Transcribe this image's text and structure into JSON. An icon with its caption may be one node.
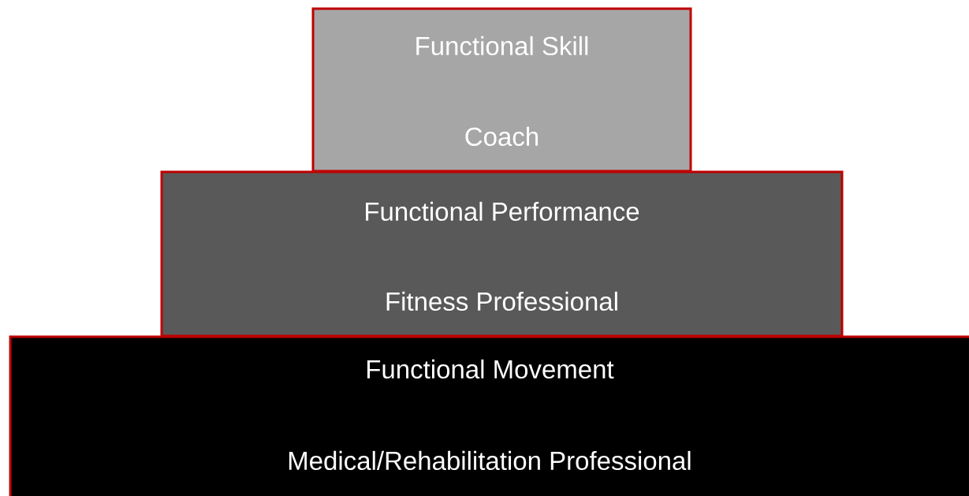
{
  "diagram": {
    "nodes": [
      {
        "text": [
          "Functional Skill",
          "Coach"
        ]
      },
      {
        "text": [
          "Functional Performance",
          "Fitness Professional"
        ]
      },
      {
        "text": [
          "Functional Movement",
          "Medical/Rehabilitation Professional"
        ]
      }
    ]
  }
}
